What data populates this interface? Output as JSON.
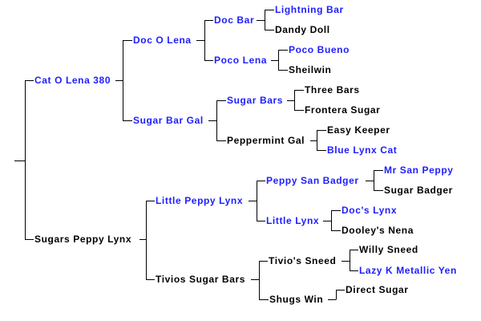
{
  "colors": {
    "linked": "#1e1eff",
    "plain": "#000000",
    "line": "#000000"
  },
  "pedigree": {
    "sire": {
      "name": "Cat O Lena 380",
      "linked": true
    },
    "sire_sire": {
      "name": "Doc O Lena",
      "linked": true
    },
    "sire_sire_sire": {
      "name": "Doc Bar",
      "linked": true
    },
    "sire_sire_sire_sire": {
      "name": "Lightning Bar",
      "linked": true
    },
    "sire_sire_sire_dam": {
      "name": "Dandy Doll",
      "linked": false
    },
    "sire_sire_dam": {
      "name": "Poco Lena",
      "linked": true
    },
    "sire_sire_dam_sire": {
      "name": "Poco Bueno",
      "linked": true
    },
    "sire_sire_dam_dam": {
      "name": "Sheilwin",
      "linked": false
    },
    "sire_dam": {
      "name": "Sugar Bar Gal",
      "linked": true
    },
    "sire_dam_sire": {
      "name": "Sugar Bars",
      "linked": true
    },
    "sire_dam_sire_sire": {
      "name": "Three Bars",
      "linked": false
    },
    "sire_dam_sire_dam": {
      "name": "Frontera Sugar",
      "linked": false
    },
    "sire_dam_dam": {
      "name": "Peppermint Gal",
      "linked": false
    },
    "sire_dam_dam_sire": {
      "name": "Easy Keeper",
      "linked": false
    },
    "sire_dam_dam_dam": {
      "name": "Blue Lynx Cat",
      "linked": true
    },
    "dam": {
      "name": "Sugars Peppy Lynx",
      "linked": false
    },
    "dam_sire": {
      "name": "Little Peppy Lynx",
      "linked": true
    },
    "dam_sire_sire": {
      "name": "Peppy San Badger",
      "linked": true
    },
    "dam_sire_sire_sire": {
      "name": "Mr San Peppy",
      "linked": true
    },
    "dam_sire_sire_dam": {
      "name": "Sugar Badger",
      "linked": false
    },
    "dam_sire_dam": {
      "name": "Little Lynx",
      "linked": true
    },
    "dam_sire_dam_sire": {
      "name": "Doc's Lynx",
      "linked": true
    },
    "dam_sire_dam_dam": {
      "name": "Dooley's Nena",
      "linked": false
    },
    "dam_dam": {
      "name": "Tivios Sugar Bars",
      "linked": false
    },
    "dam_dam_sire": {
      "name": "Tivio's Sneed",
      "linked": false
    },
    "dam_dam_sire_sire": {
      "name": "Willy Sneed",
      "linked": false
    },
    "dam_dam_sire_dam": {
      "name": "Lazy K Metallic Yen",
      "linked": true
    },
    "dam_dam_dam": {
      "name": "Shugs Win",
      "linked": false
    },
    "dam_dam_dam_sire": {
      "name": "Direct Sugar",
      "linked": false
    }
  }
}
